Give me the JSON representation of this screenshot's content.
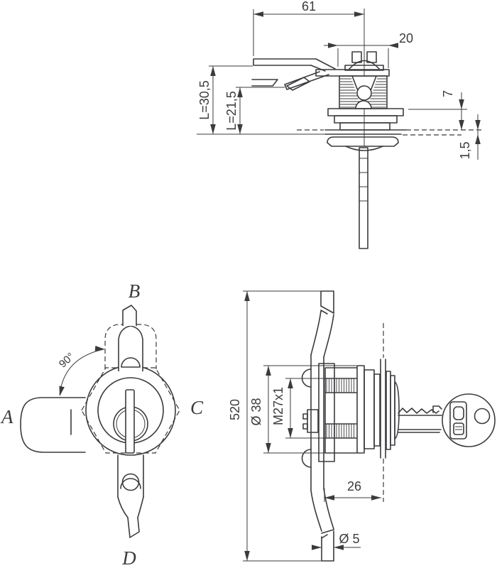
{
  "colors": {
    "line": "#3b3b3e",
    "background": "#ffffff"
  },
  "views": {
    "top_view": {
      "dims": {
        "cam_reach": "61",
        "hub_width": "20",
        "cam_level_long": "L=30,5",
        "cam_level_short": "L=21,5",
        "thread_grip": "7",
        "panel_thickness": "1,5"
      }
    },
    "front_view": {
      "angle": "90°",
      "positions": {
        "left": "A",
        "top": "B",
        "right": "C",
        "bottom": "D"
      }
    },
    "side_view": {
      "dims": {
        "rod_length": "520",
        "body_diameter": "Ø 38",
        "thread": "M27x1",
        "cam_clearance": "26",
        "rod_diameter": "Ø 5"
      }
    }
  }
}
